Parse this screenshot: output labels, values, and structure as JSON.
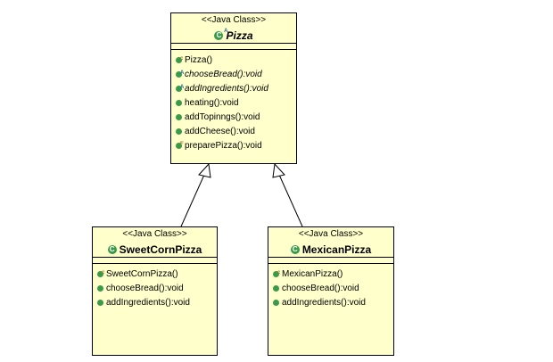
{
  "diagram": {
    "classes": {
      "pizza": {
        "stereotype": "<<Java Class>>",
        "name": "Pizza",
        "operations": [
          {
            "label": "Pizza()",
            "icon": "constructor-icon",
            "italic": false
          },
          {
            "label": "chooseBread():void",
            "icon": "abstract-method-icon",
            "italic": true
          },
          {
            "label": "addIngredients():void",
            "icon": "abstract-method-icon",
            "italic": true
          },
          {
            "label": "heating():void",
            "icon": "public-method-icon",
            "italic": false
          },
          {
            "label": "addTopinngs():void",
            "icon": "public-method-icon",
            "italic": false
          },
          {
            "label": "addCheese():void",
            "icon": "public-method-icon",
            "italic": false
          },
          {
            "label": "preparePizza():void",
            "icon": "final-method-icon",
            "italic": false
          }
        ]
      },
      "sweetcorn": {
        "stereotype": "<<Java Class>>",
        "name": "SweetCornPizza",
        "operations": [
          {
            "label": "SweetCornPizza()",
            "icon": "constructor-icon",
            "italic": false
          },
          {
            "label": "chooseBread():void",
            "icon": "public-method-icon",
            "italic": false
          },
          {
            "label": "addIngredients():void",
            "icon": "public-method-icon",
            "italic": false
          }
        ]
      },
      "mexican": {
        "stereotype": "<<Java Class>>",
        "name": "MexicanPizza",
        "operations": [
          {
            "label": "MexicanPizza()",
            "icon": "constructor-icon",
            "italic": false
          },
          {
            "label": "chooseBread():void",
            "icon": "public-method-icon",
            "italic": false
          },
          {
            "label": "addIngredients():void",
            "icon": "public-method-icon",
            "italic": false
          }
        ]
      }
    },
    "colors": {
      "class_fill": "#ffffcc",
      "border": "#000000",
      "method_icon": "#3a9a4a"
    }
  }
}
